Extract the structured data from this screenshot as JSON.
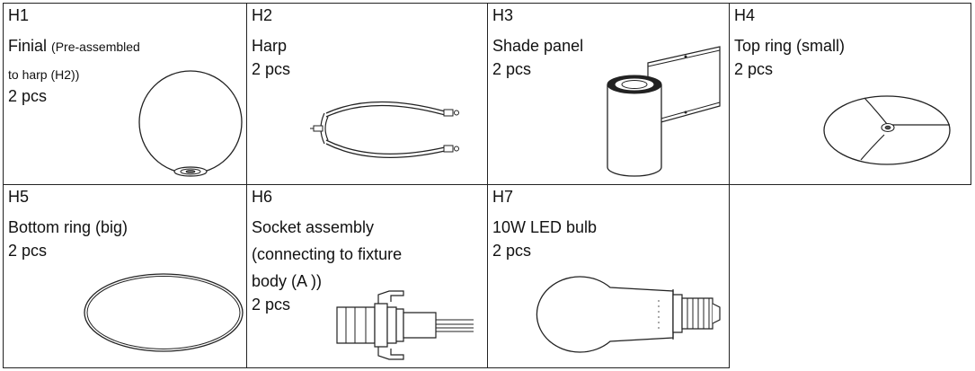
{
  "parts": [
    {
      "code": "H1",
      "name": "Finial",
      "note_line1": "(Pre-assembled",
      "note_line2": "to harp (H2))",
      "qty": "2 pcs",
      "icon": "finial-sphere-icon"
    },
    {
      "code": "H2",
      "name": "Harp",
      "qty": "2 pcs",
      "icon": "harp-icon"
    },
    {
      "code": "H3",
      "name": "Shade panel",
      "qty": "2 pcs",
      "icon": "shade-panel-icon"
    },
    {
      "code": "H4",
      "name": "Top ring (small)",
      "qty": "2 pcs",
      "icon": "top-ring-icon"
    },
    {
      "code": "H5",
      "name": "Bottom ring (big)",
      "qty": "2 pcs",
      "icon": "bottom-ring-icon"
    },
    {
      "code": "H6",
      "name_line1": "Socket assembly",
      "name_line2": "(connecting to fixture",
      "name_line3": "body (A ))",
      "qty": "2 pcs",
      "icon": "socket-assembly-icon"
    },
    {
      "code": "H7",
      "name": "10W LED bulb",
      "qty": "2 pcs",
      "icon": "led-bulb-icon"
    }
  ]
}
